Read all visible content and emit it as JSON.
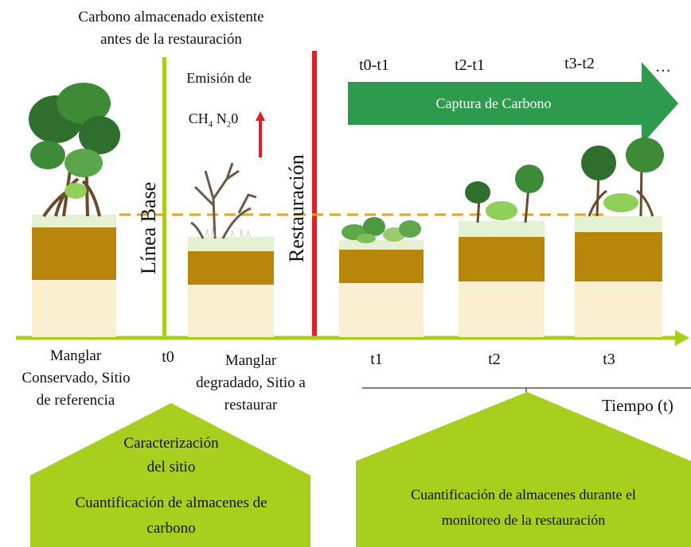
{
  "top_note": {
    "line1": "Carbono almacenado existente",
    "line2": "antes de la restauración"
  },
  "emission": {
    "line1": "Emisión de",
    "line2_a": "CH",
    "line2_a_sub": "4",
    "line2_b": "N",
    "line2_b_sub": "2",
    "line2_c": "0"
  },
  "capture": {
    "label": "Captura de Carbono",
    "intervals": [
      "t0-t1",
      "t2-t1",
      "t3-t2",
      "…"
    ]
  },
  "vertical_labels": {
    "baseline": "Línea Base",
    "restoration": "Restauración"
  },
  "timeline": {
    "ticks": [
      "t0",
      "t1",
      "t2",
      "t3"
    ],
    "axis_label": "Tiempo (t)"
  },
  "sites": {
    "reference": [
      "Manglar",
      "Conservado, Sitio",
      "de referencia"
    ],
    "degraded": [
      "Manglar",
      "degradado, Sitio a",
      "restaurar"
    ]
  },
  "boxes": {
    "left": {
      "title_1": "Caracterización",
      "title_2": "del sitio",
      "body_1": "Cuantificación de almacenes de",
      "body_2": "carbono"
    },
    "right": {
      "body_1": "Cuantificación de almacenes durante el",
      "body_2": "monitoreo de la restauración"
    }
  },
  "colors": {
    "green_light": "#a8cf1e",
    "green_dark": "#2e9a4d",
    "red": "#e31e24",
    "soil_dark": "#b8860b",
    "soil_light": "#fbefd1",
    "soil_top": "#e4f1d2",
    "dashed": "#f0a30a"
  }
}
